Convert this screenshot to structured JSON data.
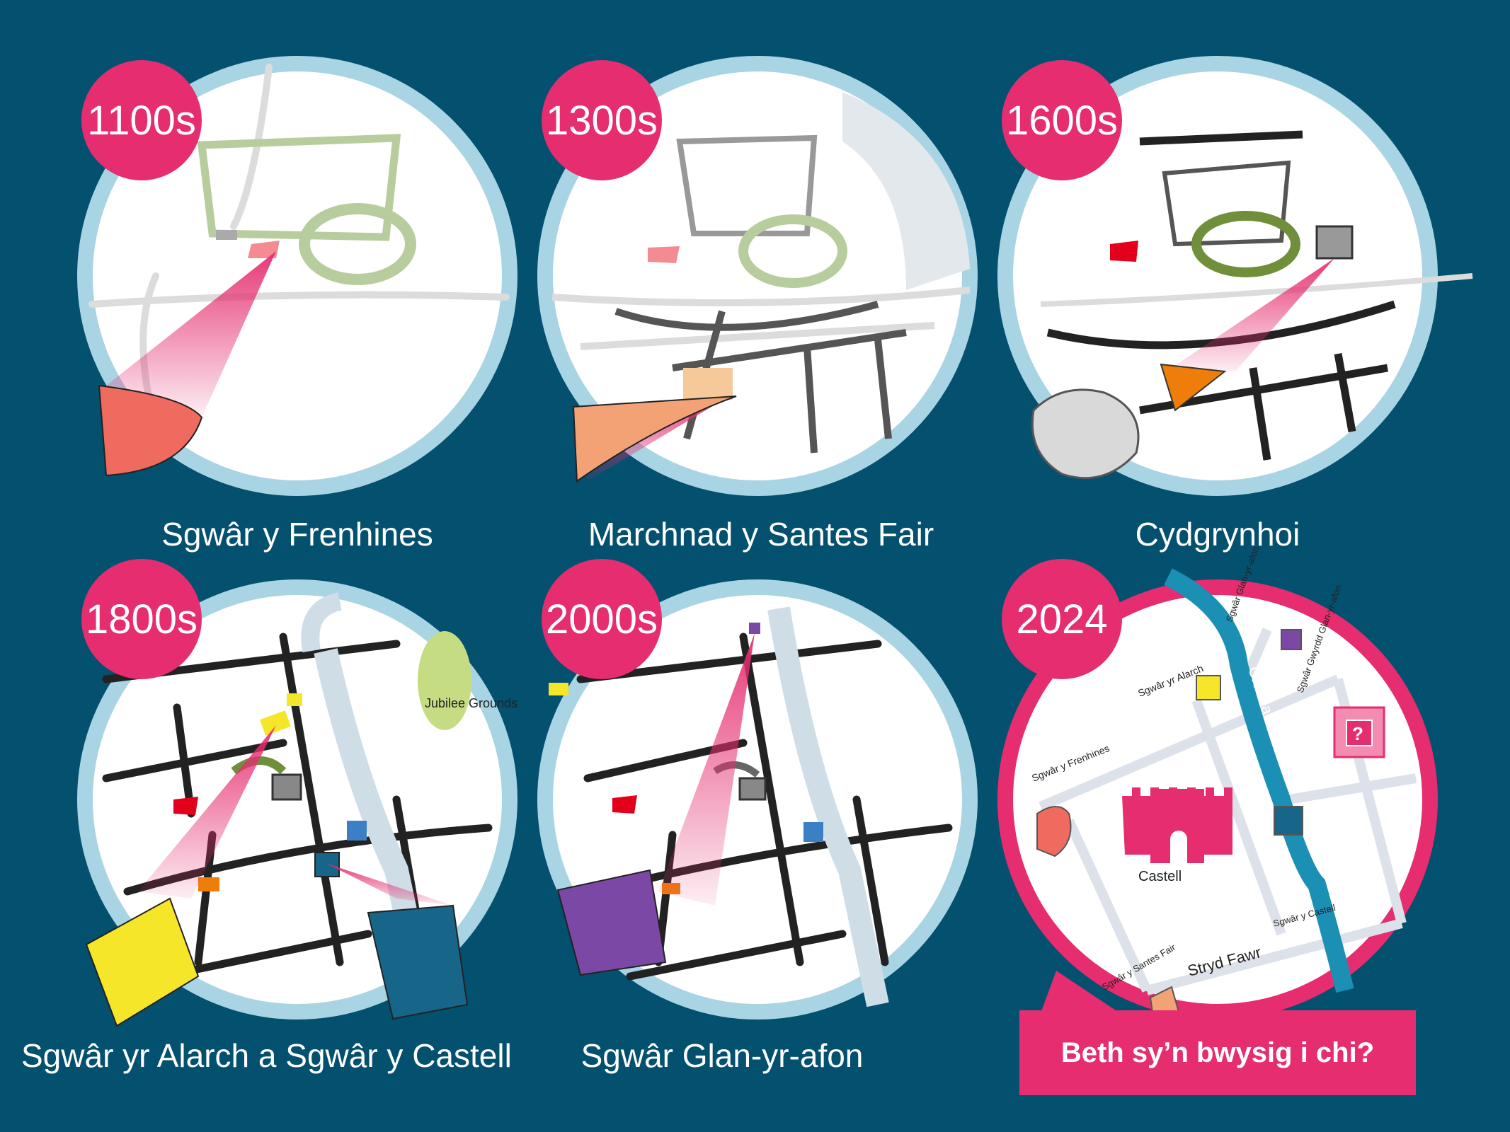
{
  "panels": [
    {
      "badge": "1100s",
      "caption": "Sgwâr y Frenhines"
    },
    {
      "badge": "1300s",
      "caption": "Marchnad y Santes Fair"
    },
    {
      "badge": "1600s",
      "caption": "Cydgrynhoi"
    },
    {
      "badge": "1800s",
      "caption": "Sgwâr yr Alarch a Sgwâr y Castell"
    },
    {
      "badge": "2000s",
      "caption": "Sgwâr Glan-yr-afon"
    },
    {
      "badge": "2024",
      "caption": ""
    }
  ],
  "map_1800s": {
    "park_label": "Jubilee Grounds"
  },
  "map_2024": {
    "river_label": "Cleddau Wen",
    "castle_label": "Castell",
    "street_label": "Stryd Fawr",
    "squares": {
      "frenhines": "Sgwâr y Frenhines",
      "alarch": "Sgwâr yr Alarch",
      "glan_top": "Sgwâr Glan-yr-afon",
      "gwyrdd": "Sgwâr Gwyrdd Glan-yr-afon",
      "castell": "Sgwâr y Castell",
      "santes": "Sgwâr y Santes Fair"
    },
    "question_mark": "?"
  },
  "cta": "Beth sy’n bwysig i chi?",
  "colors": {
    "background": "#03506f",
    "accent": "#e52d6f",
    "ring": "#a9d4e4",
    "frenhines": "#ef6a5f",
    "santes": "#f2a275",
    "cydgrynhoi": "#ef7d0a",
    "alarch": "#f6e62a",
    "castell": "#17668a",
    "glan": "#7b48a6",
    "river": "#1b8fb4"
  }
}
